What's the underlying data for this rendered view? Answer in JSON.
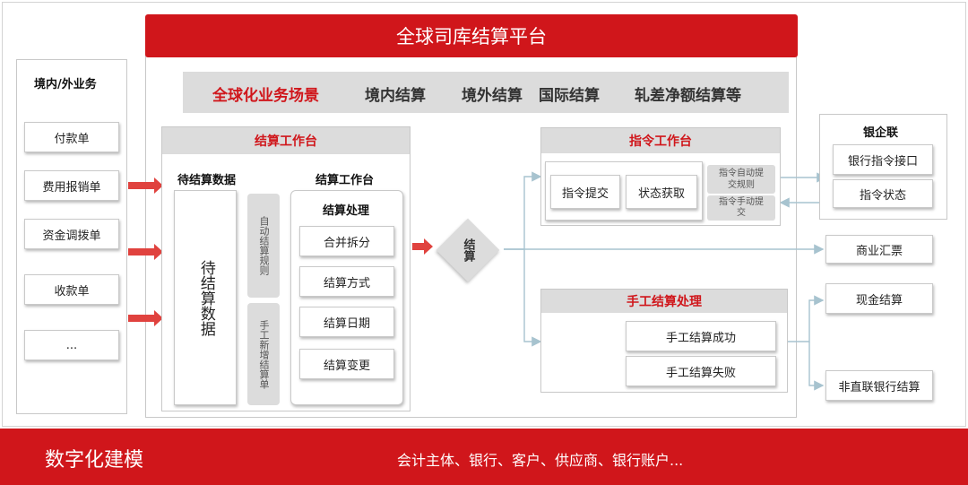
{
  "platform": {
    "title": "全球司库结算平台"
  },
  "scenarios": {
    "highlight": "全球化业务场景",
    "items": [
      "境内结算",
      "境外结算",
      "国际结算",
      "轧差净额结算等"
    ]
  },
  "business": {
    "title": "境内/外业务",
    "items": [
      "付款单",
      "费用报销单",
      "资金调拨单",
      "收款单",
      "..."
    ]
  },
  "workbench": {
    "title": "结算工作台",
    "pending_label": "待结算数据",
    "pending_box": "待结算数据",
    "auto_rule": "自动结算规则",
    "manual_add": "手工新增结算单",
    "inner_label": "结算工作台",
    "processing_title": "结算处理",
    "processing_items": [
      "合并拆分",
      "结算方式",
      "结算日期",
      "结算变更"
    ]
  },
  "settle": {
    "label": "结算"
  },
  "instruction": {
    "title": "指令工作台",
    "submit": "指令提交",
    "status": "状态获取",
    "auto_rule": "指令自动提交规则",
    "manual_submit": "指令手动提交"
  },
  "manual": {
    "title": "手工结算处理",
    "success": "手工结算成功",
    "fail": "手工结算失败"
  },
  "bank": {
    "title": "银企联",
    "interface": "银行指令接口",
    "status": "指令状态"
  },
  "commercial_bill": "商业汇票",
  "cash_settle": "现金结算",
  "non_direct": "非直联银行结算",
  "footer": {
    "title": "数字化建模",
    "entities": "会计主体、银行、客户、供应商、银行账户..."
  },
  "colors": {
    "brand_red": "#d0161b",
    "panel_grey": "#dcdcdc",
    "line_grey": "#a7c3cf"
  }
}
